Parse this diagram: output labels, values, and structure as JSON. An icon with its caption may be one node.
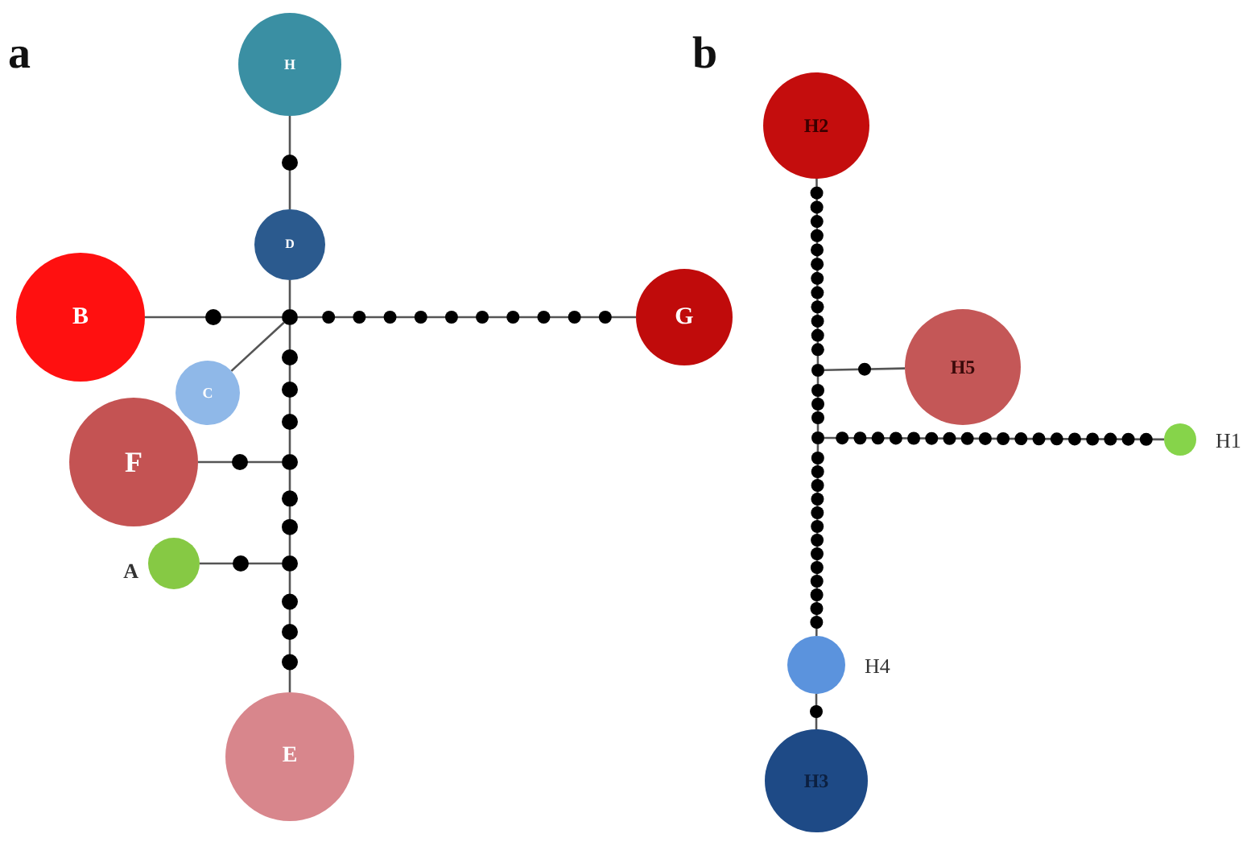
{
  "diagram": {
    "nodes": [
      {
        "text": [
          "H"
        ]
      },
      {
        "text": [
          "D"
        ]
      },
      {
        "text": [
          "B"
        ]
      },
      {
        "text": [],
        "shape": "circle"
      },
      {
        "text": [
          "G"
        ]
      },
      {
        "text": [
          "C"
        ]
      },
      {
        "text": [
          "F"
        ]
      },
      {
        "text": [],
        "shape": "circle"
      },
      {
        "text": [],
        "shape": "circle",
        "beside": [
          "A"
        ]
      },
      {
        "text": [],
        "shape": "circle"
      },
      {
        "text": [
          "E"
        ]
      },
      {
        "text": [
          "H2"
        ]
      },
      {
        "text": [
          "H5"
        ]
      },
      {
        "text": [],
        "shape": "circle"
      },
      {
        "text": [],
        "shape": "circle"
      },
      {
        "text": [],
        "shape": "circle",
        "beside": [
          "H1"
        ]
      },
      {
        "text": [],
        "shape": "circle",
        "beside": [
          "H4"
        ]
      },
      {
        "text": [
          "H3"
        ]
      }
    ],
    "edges": [
      {
        "from": 0,
        "to": 1,
        "arrow": "none"
      },
      {
        "from": 1,
        "to": 3,
        "arrow": "none"
      },
      {
        "from": 2,
        "to": 3,
        "arrow": "none"
      },
      {
        "from": 3,
        "to": 4,
        "arrow": "none"
      },
      {
        "from": 3,
        "to": 5,
        "arrow": "none"
      },
      {
        "from": 3,
        "to": 7,
        "arrow": "none"
      },
      {
        "from": 6,
        "to": 7,
        "arrow": "none"
      },
      {
        "from": 7,
        "to": 9,
        "arrow": "none"
      },
      {
        "from": 8,
        "to": 9,
        "arrow": "none"
      },
      {
        "from": 9,
        "to": 10,
        "arrow": "none"
      },
      {
        "from": 11,
        "to": 13,
        "arrow": "none"
      },
      {
        "from": 13,
        "to": 12,
        "arrow": "none"
      },
      {
        "from": 13,
        "to": 14,
        "arrow": "none"
      },
      {
        "from": 14,
        "to": 15,
        "arrow": "none"
      },
      {
        "from": 14,
        "to": 16,
        "arrow": "none"
      },
      {
        "from": 16,
        "to": 17,
        "arrow": "none"
      }
    ],
    "labels": [
      "a",
      "b"
    ]
  }
}
